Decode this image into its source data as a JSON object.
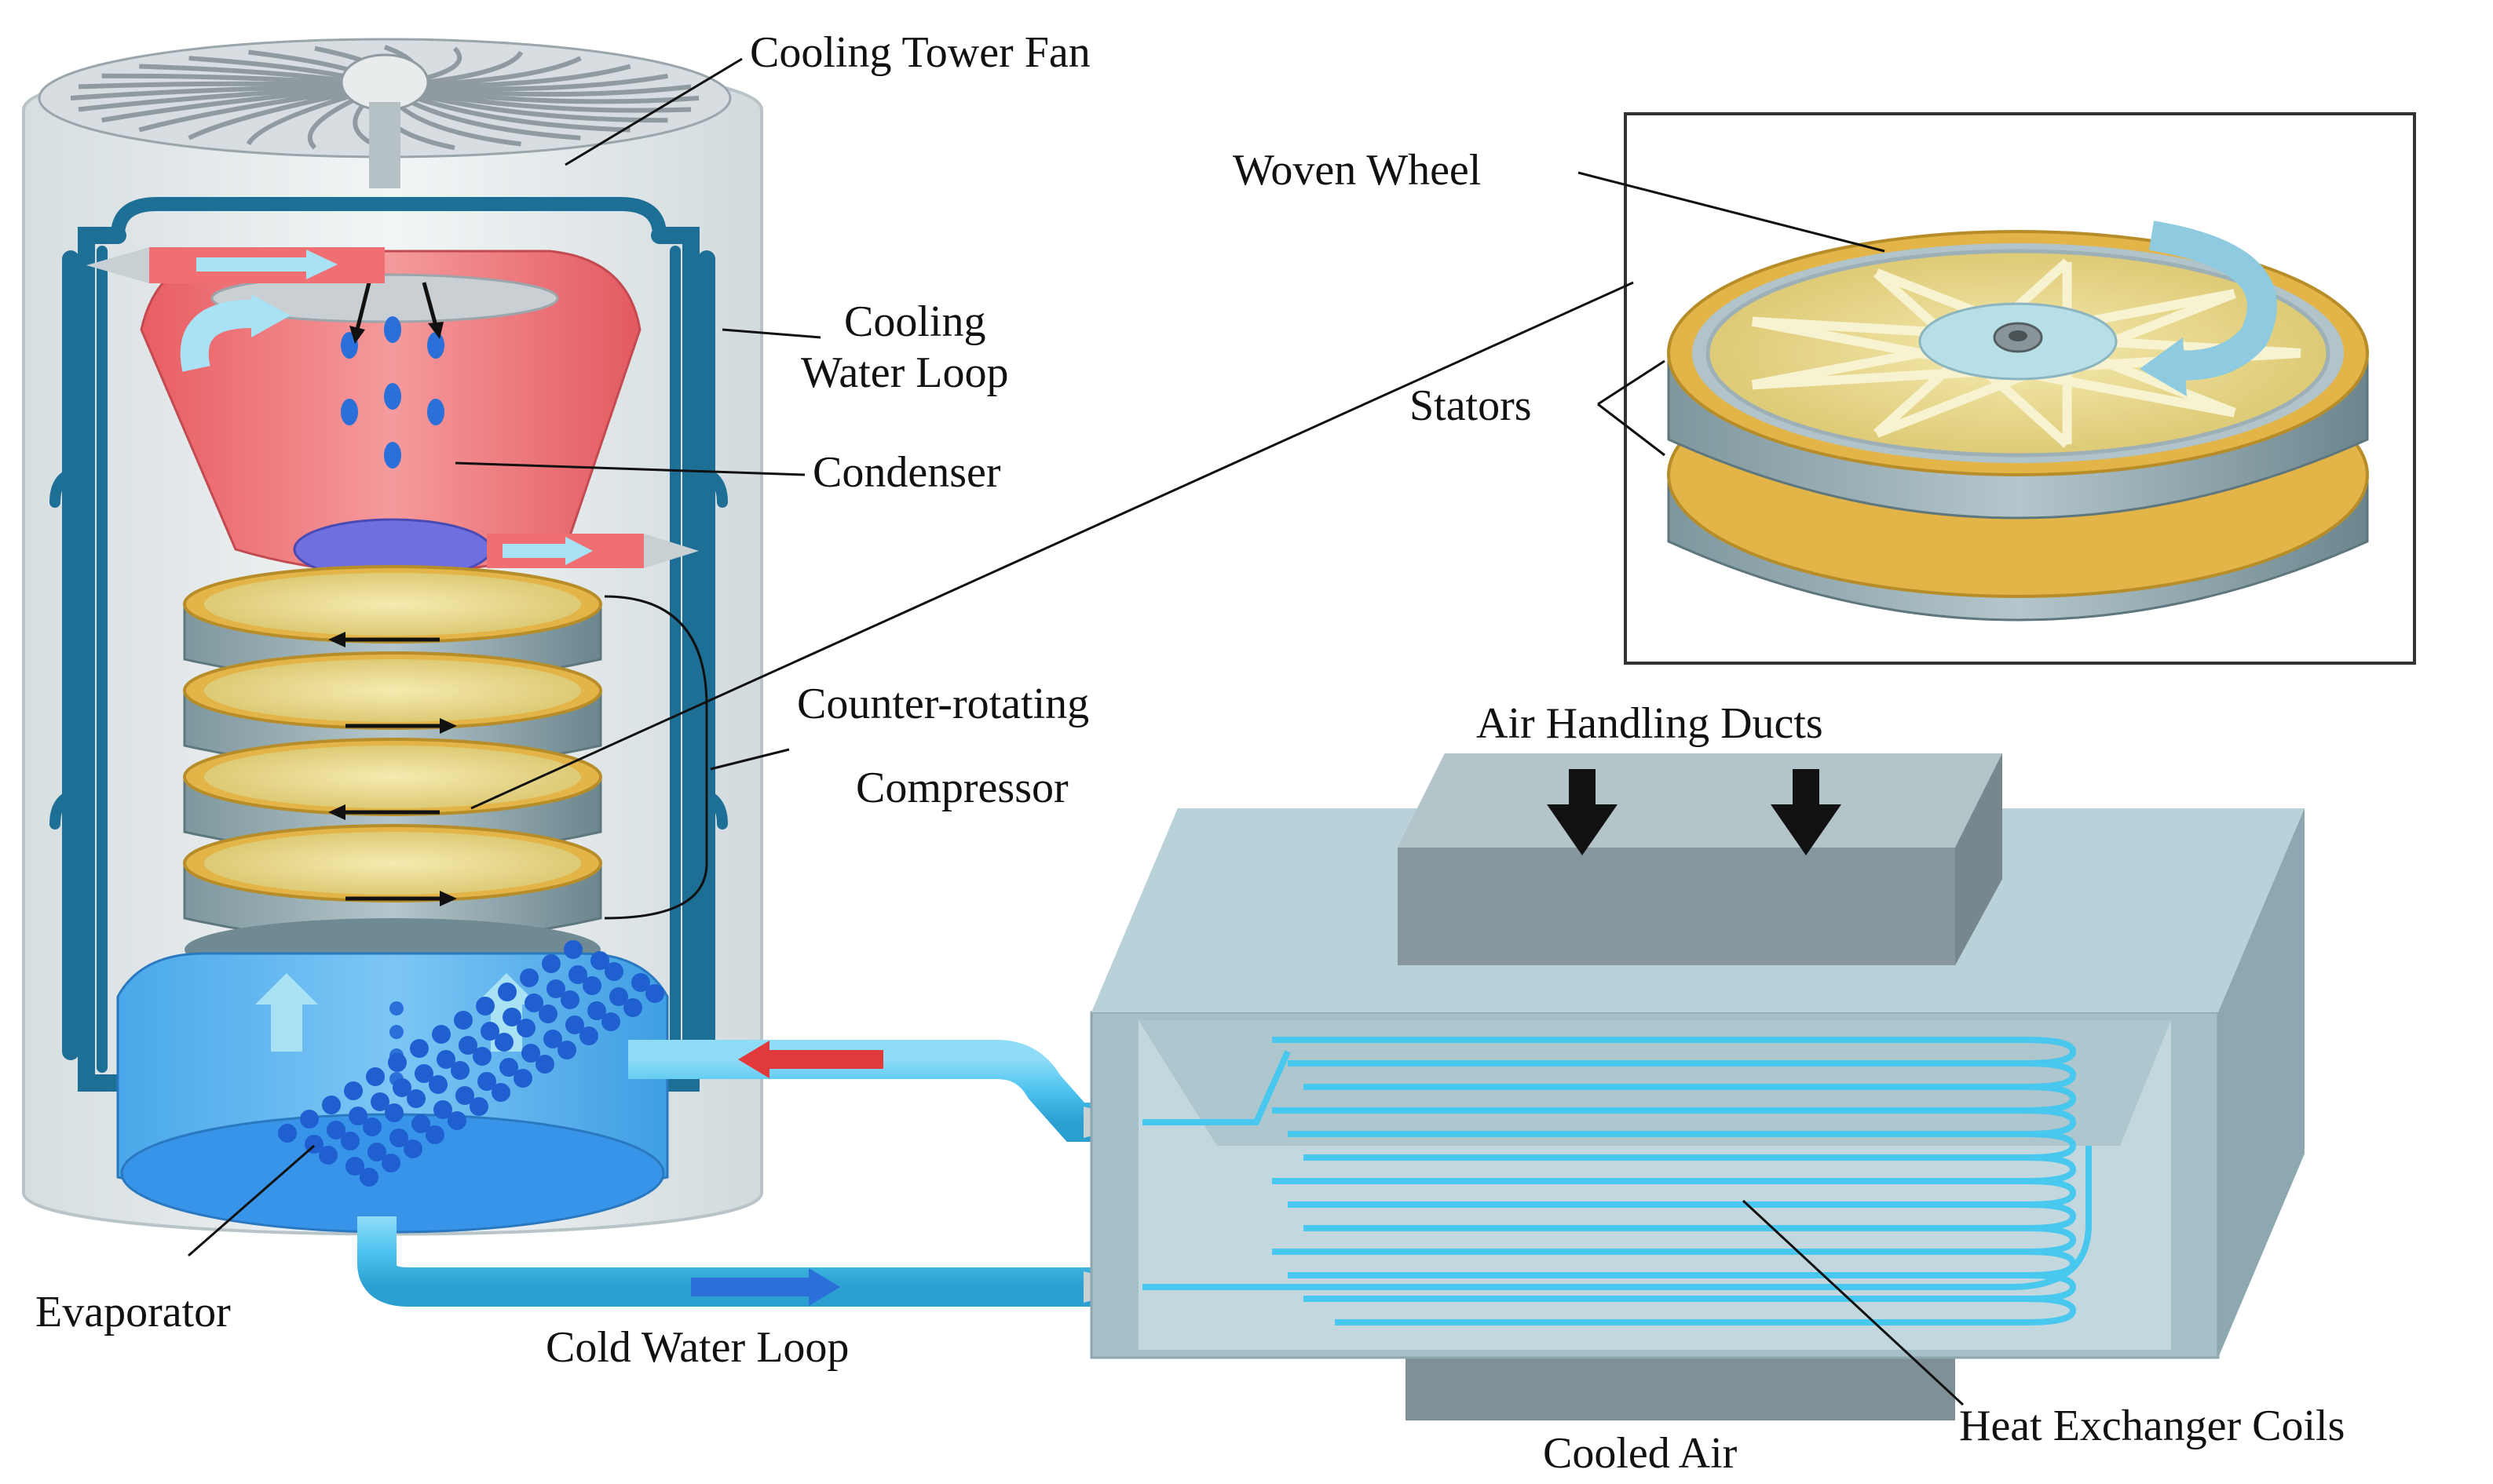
{
  "labels": {
    "cooling_tower_fan": "Cooling Tower Fan",
    "cooling_line1": "Cooling",
    "cooling_line2": "Water Loop",
    "condenser": "Condenser",
    "woven_wheel": "Woven Wheel",
    "stators": "Stators",
    "counter_rotating": "Counter-rotating",
    "compressor": "Compressor",
    "air_handling_ducts": "Air Handling Ducts",
    "evaporator": "Evaporator",
    "cold_water_loop": "Cold Water Loop",
    "heat_exchanger_coils": "Heat Exchanger Coils",
    "cooled_air": "Cooled Air"
  },
  "colors": {
    "condenser": "#ef6f73",
    "cooling_loop": "#1e6f96",
    "evaporator": "#3aa3e6",
    "cold_water_pipe": "#4cc3ef",
    "box": "#a9c4cc",
    "stator": "#6f8a92",
    "rotor_gold": "#e3b447",
    "flow_red": "#e23a3a",
    "flow_blue": "#2a70d8",
    "outline": "#111111"
  }
}
